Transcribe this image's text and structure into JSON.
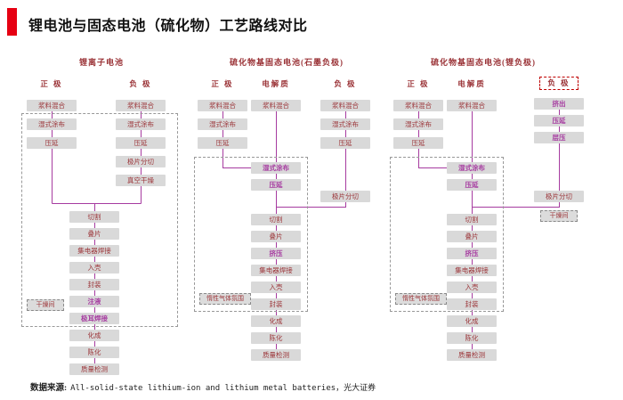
{
  "page": {
    "title": "锂电池与固态电池（硫化物）工艺路线对比",
    "source_prefix": "数据来源:",
    "source_text": "All-solid-state lithium-ion and lithium metal batteries，光大证券"
  },
  "colors": {
    "accent_red": "#e60012",
    "dark_red": "#9b3438",
    "highlight_purple": "#a63ba0",
    "box_bg": "#d9d9d9",
    "dashed_gray": "#999999",
    "dashed_red": "#c00000"
  },
  "sections": [
    {
      "title": "锂离子电池",
      "column_headers": [
        "正 极",
        "负 极"
      ],
      "cathode_steps": [
        "浆料混合",
        "湿式涂布",
        "压延"
      ],
      "anode_steps": [
        "浆料混合",
        "湿式涂布",
        "压延",
        "极片分切",
        "真空干燥"
      ],
      "main_steps": [
        {
          "label": "切割",
          "highlight": false
        },
        {
          "label": "叠片",
          "highlight": false
        },
        {
          "label": "集电器焊接",
          "highlight": false
        },
        {
          "label": "入壳",
          "highlight": false
        },
        {
          "label": "封装",
          "highlight": false
        },
        {
          "label": "注液",
          "highlight": true
        },
        {
          "label": "极耳焊接",
          "highlight": true
        },
        {
          "label": "化成",
          "highlight": false
        },
        {
          "label": "陈化",
          "highlight": false
        },
        {
          "label": "质量检测",
          "highlight": false
        }
      ],
      "env_label": "干燥间"
    },
    {
      "title": "硫化物基固态电池(石墨负极)",
      "column_headers": [
        "正 极",
        "电解质",
        "负 极"
      ],
      "cathode_steps": [
        "浆料混合",
        "湿式涂布",
        "压延"
      ],
      "electrolyte_top": [
        "浆料混合"
      ],
      "electrolyte_coat": [
        {
          "label": "湿式涂布",
          "highlight": true
        },
        {
          "label": "压延",
          "highlight": true
        }
      ],
      "anode_steps": [
        "浆料混合",
        "湿式涂布",
        "压延"
      ],
      "anode_cut": "极片分切",
      "main_steps": [
        {
          "label": "切割",
          "highlight": false
        },
        {
          "label": "叠片",
          "highlight": false
        },
        {
          "label": "挤压",
          "highlight": true
        },
        {
          "label": "集电器焊接",
          "highlight": false
        },
        {
          "label": "入壳",
          "highlight": false
        },
        {
          "label": "封装",
          "highlight": false
        },
        {
          "label": "化成",
          "highlight": false
        },
        {
          "label": "陈化",
          "highlight": false
        },
        {
          "label": "质量检测",
          "highlight": false
        }
      ],
      "env_label": "惰性气体氛围"
    },
    {
      "title": "硫化物基固态电池(锂负极)",
      "column_headers": [
        "正 极",
        "电解质",
        "负 极"
      ],
      "cathode_steps": [
        "浆料混合",
        "湿式涂布",
        "压延"
      ],
      "electrolyte_top": [
        "浆料混合"
      ],
      "electrolyte_coat": [
        {
          "label": "湿式涂布",
          "highlight": true
        },
        {
          "label": "压延",
          "highlight": true
        }
      ],
      "anode_steps": [
        {
          "label": "挤出",
          "highlight": true
        },
        {
          "label": "压延",
          "highlight": true
        },
        {
          "label": "层压",
          "highlight": true
        }
      ],
      "anode_cut": "极片分切",
      "dry_room_label": "干燥间",
      "main_steps": [
        {
          "label": "切割",
          "highlight": false
        },
        {
          "label": "叠片",
          "highlight": false
        },
        {
          "label": "挤压",
          "highlight": true
        },
        {
          "label": "集电器焊接",
          "highlight": false
        },
        {
          "label": "入壳",
          "highlight": false
        },
        {
          "label": "封装",
          "highlight": false
        },
        {
          "label": "化成",
          "highlight": false
        },
        {
          "label": "陈化",
          "highlight": false
        },
        {
          "label": "质量检测",
          "highlight": false
        }
      ],
      "env_label": "惰性气体氛围"
    }
  ]
}
